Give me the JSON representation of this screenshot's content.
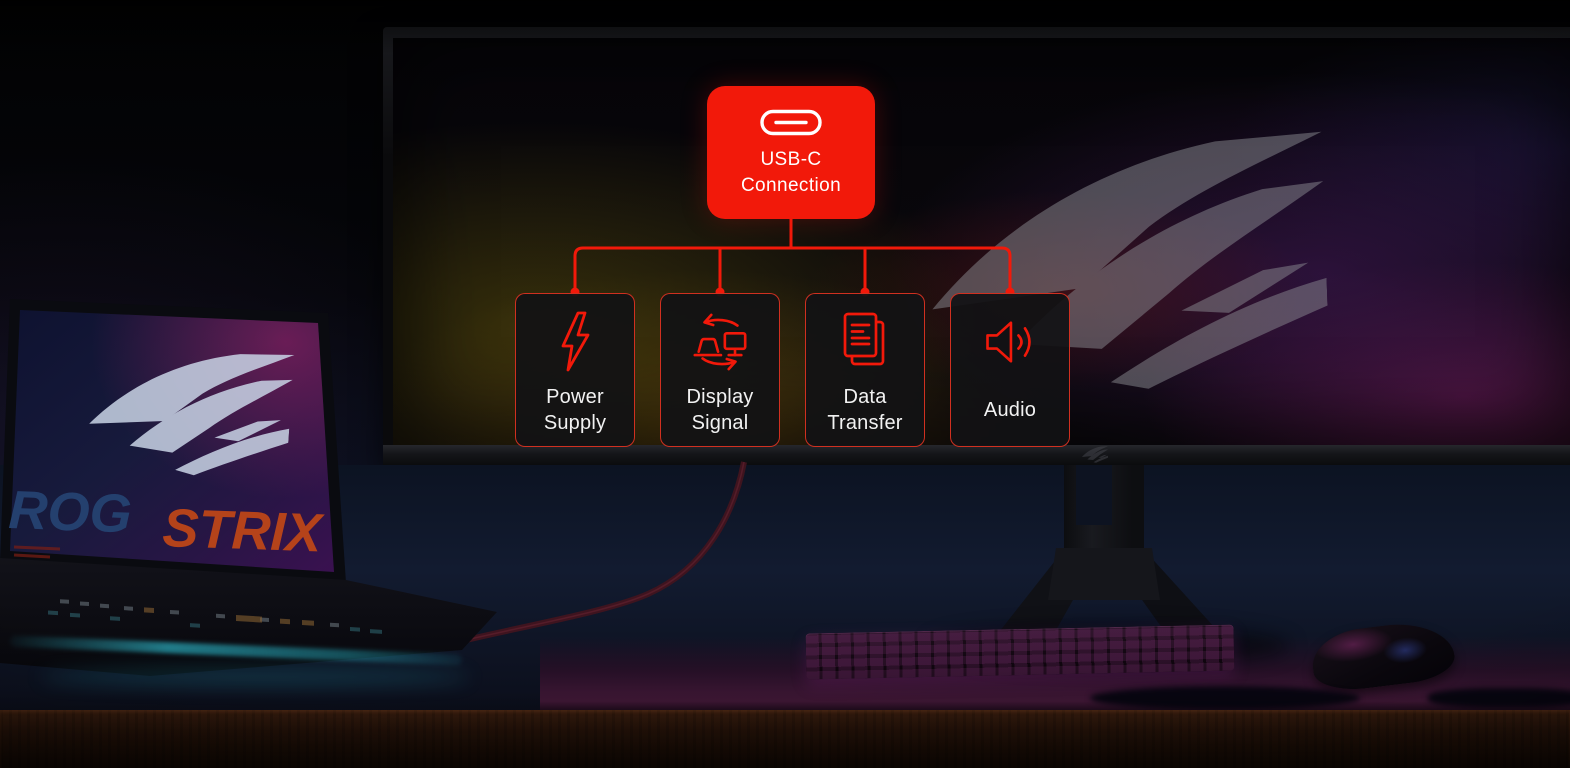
{
  "colors": {
    "accent_red": "#f2190a",
    "node_background": "#121214",
    "node_border": "#e63422",
    "label_text": "#f2f2f2"
  },
  "diagram": {
    "root": {
      "icon": "usb-c-port-icon",
      "lines": [
        "USB-C",
        "Connection"
      ]
    },
    "features": [
      {
        "icon": "power-bolt-icon",
        "lines": [
          "Power",
          "Supply"
        ]
      },
      {
        "icon": "display-sync-icon",
        "lines": [
          "Display",
          "Signal"
        ]
      },
      {
        "icon": "documents-icon",
        "lines": [
          "Data",
          "Transfer"
        ]
      },
      {
        "icon": "speaker-icon",
        "lines": [
          "Audio"
        ]
      }
    ]
  },
  "scene": {
    "laptop": {
      "brand_lines": [
        "ROG",
        "STRIX"
      ]
    }
  }
}
